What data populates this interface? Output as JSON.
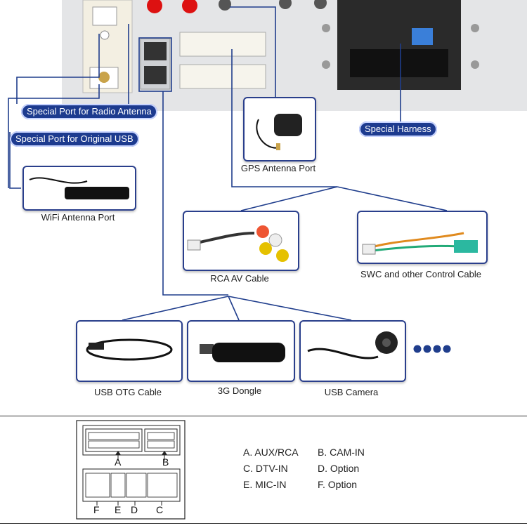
{
  "labels": {
    "radio_antenna": "Special Port for Radio Antenna",
    "original_usb": "Special Port for Original USB",
    "special_harness": "Special Harness",
    "gps_port": "GPS Antenna Port",
    "wifi_port": "WiFi Antenna Port",
    "rca_cable": "RCA AV Cable",
    "swc_cable": "SWC and other Control Cable",
    "usb_otg": "USB OTG Cable",
    "dongle_3g": "3G Dongle",
    "usb_camera": "USB Camera"
  },
  "connector_pins": {
    "A": "A",
    "B": "B",
    "C": "C",
    "D": "D",
    "E": "E",
    "F": "F"
  },
  "connector_legend": [
    [
      "A. AUX/RCA",
      "B. CAM-IN"
    ],
    [
      "C. DTV-IN",
      "D. Option"
    ],
    [
      "E. MIC-IN",
      "F. Option"
    ]
  ],
  "colors": {
    "line": "#1f3d8c",
    "pill": "#1d3b8f",
    "device": "#e3e4e6"
  }
}
